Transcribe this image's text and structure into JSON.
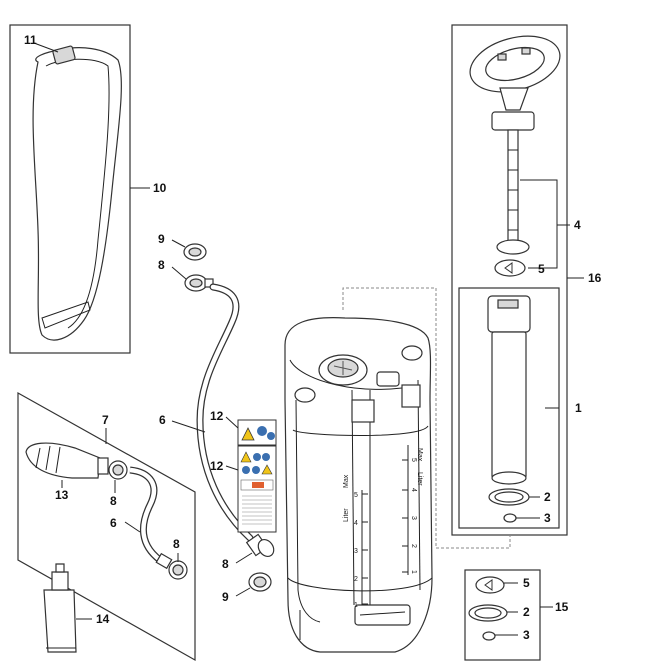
{
  "callouts": {
    "c1": "1",
    "c2a": "2",
    "c3a": "3",
    "c4": "4",
    "c5a": "5",
    "c16": "16",
    "c5b": "5",
    "c2b": "2",
    "c3b": "3",
    "c15": "15",
    "c11": "11",
    "c10": "10",
    "c9a": "9",
    "c8a": "8",
    "c6a": "6",
    "c7": "7",
    "c13": "13",
    "c8b": "8",
    "c6b": "6",
    "c8c": "8",
    "c12a": "12",
    "c12b": "12",
    "c8d": "8",
    "c9b": "9",
    "c14": "14"
  },
  "tank": {
    "max_left": "Max",
    "liter_left": "Liter",
    "scale_left": [
      "5",
      "4",
      "3",
      "2",
      "1"
    ],
    "max_right": "Max",
    "liter_right": "Liter",
    "scale_right": [
      "5",
      "4",
      "3",
      "2",
      "1"
    ]
  }
}
